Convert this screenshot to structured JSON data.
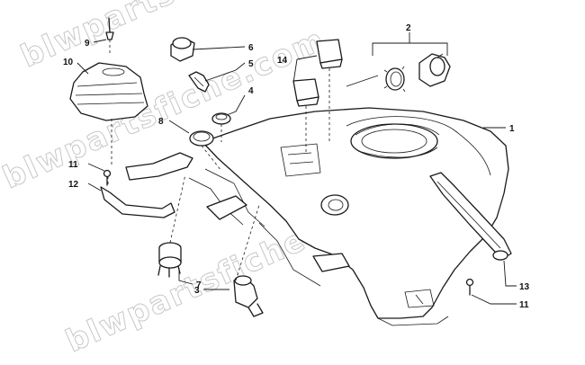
{
  "watermark": "blwpartsfiche.com",
  "callouts": [
    {
      "id": "1",
      "label": "1"
    },
    {
      "id": "2",
      "label": "2"
    },
    {
      "id": "3",
      "label": "3"
    },
    {
      "id": "4",
      "label": "4"
    },
    {
      "id": "5",
      "label": "5"
    },
    {
      "id": "6",
      "label": "6"
    },
    {
      "id": "7",
      "label": "7"
    },
    {
      "id": "8",
      "label": "8"
    },
    {
      "id": "9",
      "label": "9"
    },
    {
      "id": "10",
      "label": "10"
    },
    {
      "id": "11a",
      "label": "11"
    },
    {
      "id": "11b",
      "label": "11"
    },
    {
      "id": "12",
      "label": "12"
    },
    {
      "id": "13",
      "label": "13"
    },
    {
      "id": "14",
      "label": "14"
    }
  ]
}
